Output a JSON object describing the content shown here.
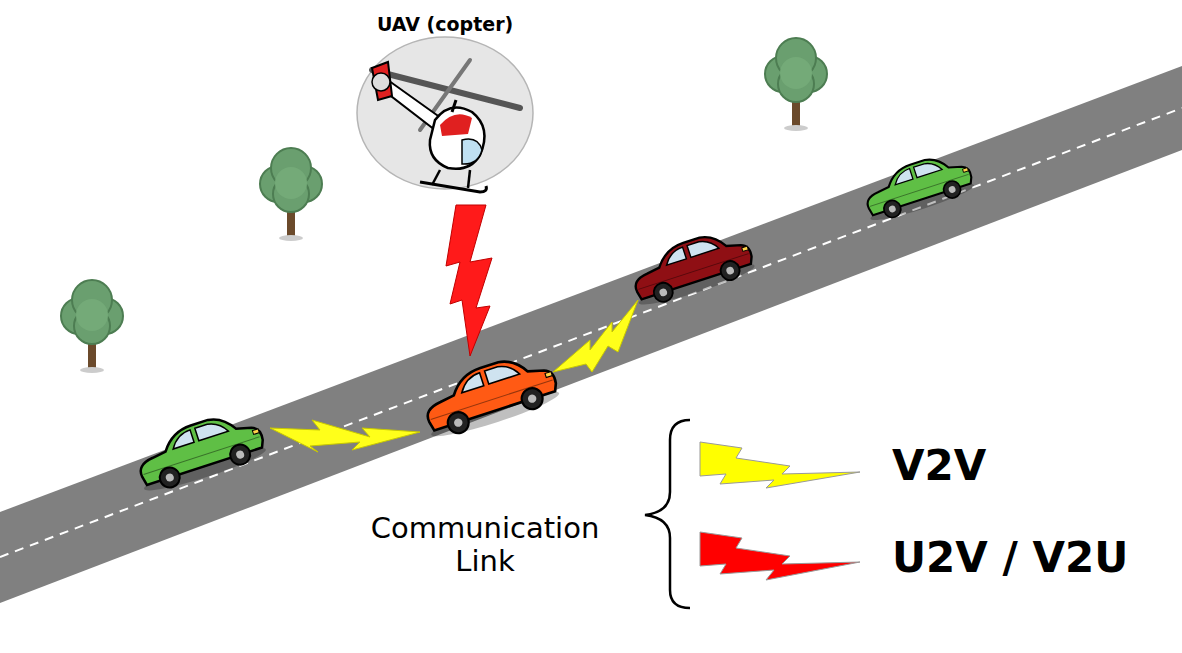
{
  "diagram": {
    "labels": [
      "UAV (copter)",
      "Communication Link"
    ],
    "legend": [
      {
        "text": "V2V",
        "color": "#ffff00"
      },
      {
        "text": "U2V / V2U",
        "color": "#ff0000"
      }
    ]
  }
}
